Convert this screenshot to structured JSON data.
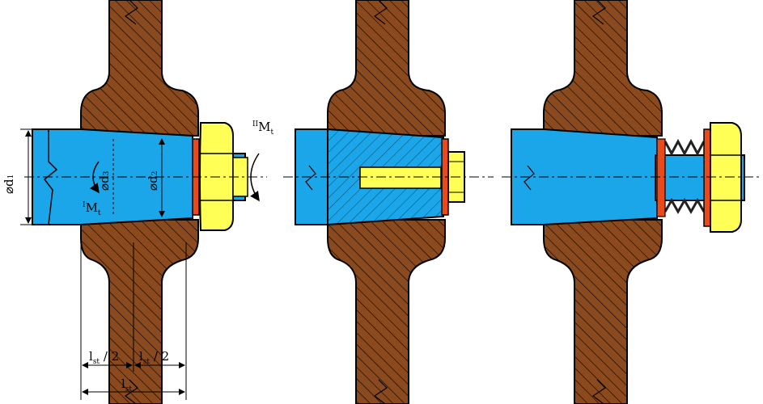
{
  "labels": {
    "d1": "⌀d",
    "d1_sub": "1",
    "d3": "⌀d",
    "d3_sub": "3",
    "d2": "⌀d",
    "d2_sub": "2",
    "mt1_pre": "I",
    "mt1": "M",
    "mt1_sub": "t",
    "mt2_pre": "II",
    "mt2": "M",
    "mt2_sub": "t",
    "half1": "l",
    "half1_sub": "st",
    "half1_suffix": " / 2",
    "half2": "l",
    "half2_sub": "st",
    "half2_suffix": " / 2",
    "total": "l",
    "total_sub": "st"
  },
  "colors": {
    "hub": "#8b4a1e",
    "shaft": "#1aa6e8",
    "nut": "#ffff55",
    "washer": "#e84a1a",
    "spring": "#222222",
    "line": "#000000"
  }
}
